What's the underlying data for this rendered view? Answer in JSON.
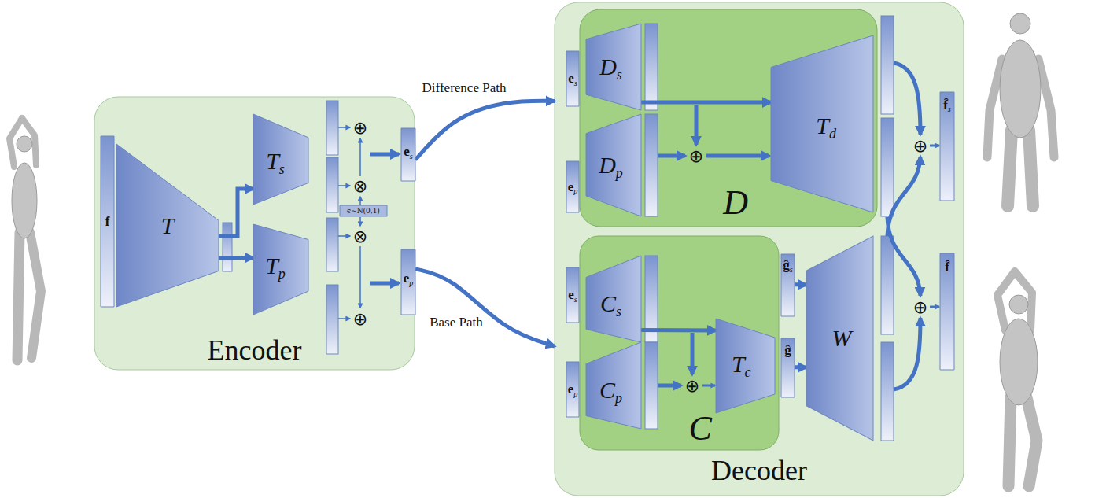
{
  "diagram": {
    "nodes": [
      {
        "text": [
          "Encoder"
        ]
      },
      {
        "text": [
          "f"
        ],
        "in": 0
      },
      {
        "text": [
          "T"
        ],
        "in": 0
      },
      {
        "text": [
          "T",
          "s"
        ],
        "in": 0
      },
      {
        "text": [
          "T",
          "p"
        ],
        "in": 0
      },
      {
        "text": [
          "ϵ∼N(0,1)"
        ],
        "in": 0
      },
      {
        "text": [
          "e",
          "s"
        ],
        "in": 0
      },
      {
        "text": [
          "e",
          "p"
        ],
        "in": 0
      },
      {
        "text": [
          "Decoder"
        ]
      },
      {
        "text": [
          "e",
          "s"
        ],
        "in": 8
      },
      {
        "text": [
          "e",
          "p"
        ],
        "in": 8
      },
      {
        "text": [
          "D"
        ],
        "in": 8
      },
      {
        "text": [
          "D",
          "s"
        ],
        "in": 11
      },
      {
        "text": [
          "D",
          "p"
        ],
        "in": 11
      },
      {
        "text": [
          "T",
          "d"
        ],
        "in": 11
      },
      {
        "text": [
          "e",
          "s"
        ],
        "in": 8
      },
      {
        "text": [
          "e",
          "p"
        ],
        "in": 8
      },
      {
        "text": [
          "C"
        ],
        "in": 8
      },
      {
        "text": [
          "C",
          "s"
        ],
        "in": 17
      },
      {
        "text": [
          "C",
          "p"
        ],
        "in": 17
      },
      {
        "text": [
          "T",
          "c"
        ],
        "in": 17
      },
      {
        "text": [
          "ĝ",
          "s"
        ],
        "in": 8
      },
      {
        "text": [
          "ĝ"
        ],
        "in": 8
      },
      {
        "text": [
          "W"
        ],
        "in": 8
      },
      {
        "text": [
          "f̂",
          "s"
        ],
        "in": 8
      },
      {
        "text": [
          "f̂"
        ],
        "in": 8
      }
    ],
    "edges": [
      {
        "from": 2,
        "to": 3,
        "arrow": "to"
      },
      {
        "from": 2,
        "to": 4,
        "arrow": "to"
      },
      {
        "from": 6,
        "to": 8,
        "arrow": "to",
        "label": "Difference Path"
      },
      {
        "from": 7,
        "to": 8,
        "arrow": "to",
        "label": "Base Path"
      },
      {
        "from": 12,
        "to": 14,
        "arrow": "to"
      },
      {
        "from": 18,
        "to": 20,
        "arrow": "to"
      },
      {
        "from": 21,
        "to": 23,
        "arrow": "to"
      },
      {
        "from": 22,
        "to": 23,
        "arrow": "to"
      }
    ],
    "labels": [
      "⊕",
      "⊗",
      "⊗",
      "⊕",
      "⊕",
      "⊕",
      "⊕",
      "⊕"
    ]
  }
}
